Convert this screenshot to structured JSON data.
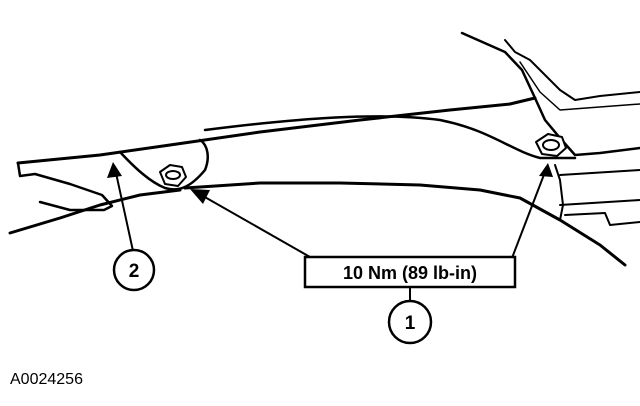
{
  "figure_id": "A0024256",
  "callouts": {
    "torque": "10 Nm (89 lb-in)",
    "item_1": "1",
    "item_2": "2"
  }
}
